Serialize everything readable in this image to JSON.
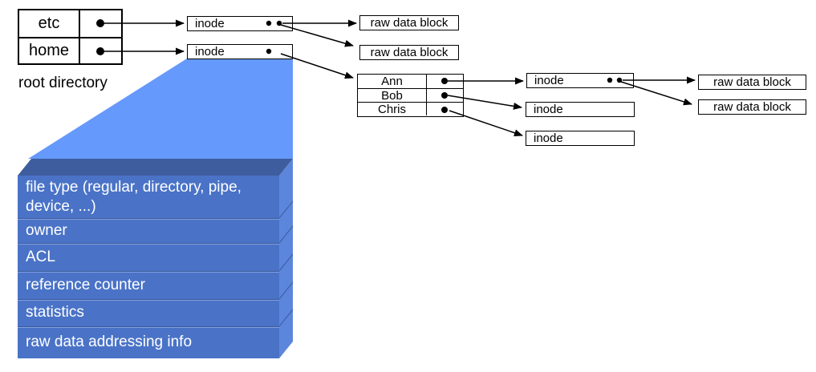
{
  "colors": {
    "funnel": "#6699FC",
    "slab_front": "#4A73C7",
    "slab_side": "#5C85DC",
    "slab_top": "#3E5D9E",
    "line": "#000000"
  },
  "root_directory": {
    "caption": "root directory",
    "entries": [
      "etc",
      "home"
    ]
  },
  "root_inodes": [
    "inode",
    "inode"
  ],
  "root_raw_blocks": [
    "raw data block",
    "raw data block"
  ],
  "home_directory": {
    "entries": [
      "Ann",
      "Bob",
      "Chris"
    ]
  },
  "user_inodes": [
    "inode",
    "inode",
    "inode"
  ],
  "user_raw_blocks": [
    "raw data block",
    "raw data block"
  ],
  "inode_detail": {
    "fields": [
      "file type (regular, directory, pipe, device, ...)",
      "owner",
      "ACL",
      "reference counter",
      "statistics",
      "raw data addressing info"
    ]
  }
}
